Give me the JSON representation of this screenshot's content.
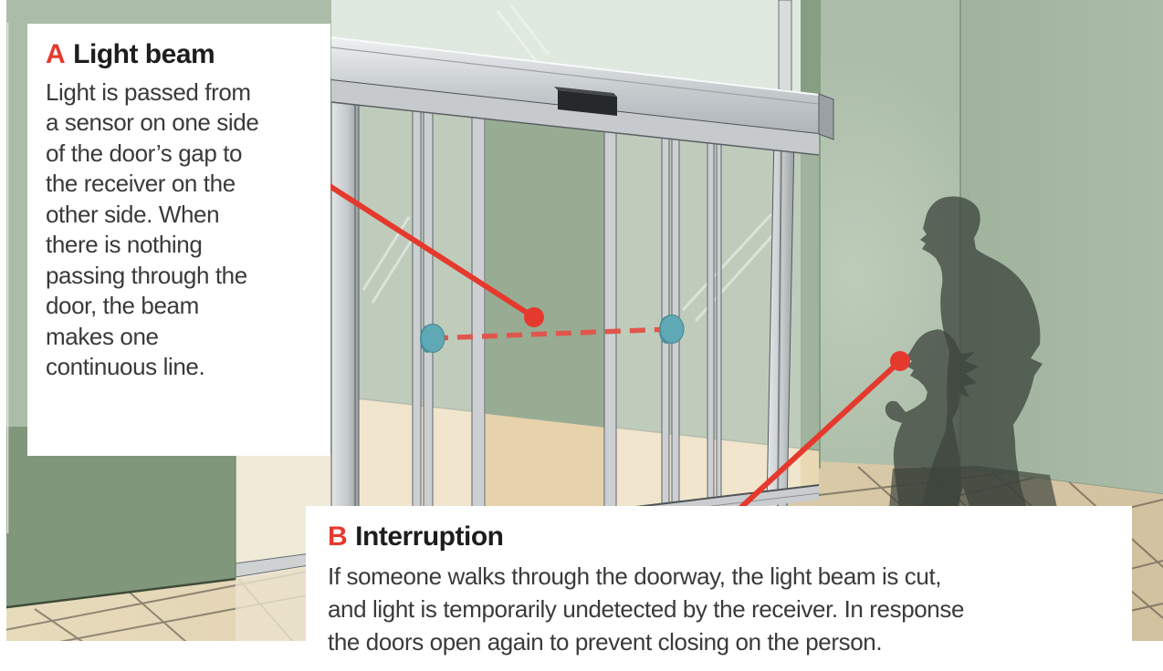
{
  "figure": {
    "callout_a": {
      "letter": "A",
      "title": "Light beam",
      "body_lines": [
        "Light is passed from",
        "a sensor on one side",
        "of the door’s gap to",
        "the receiver on the",
        "other side. When",
        "there is nothing",
        "passing through the",
        "door, the beam",
        "makes one",
        "continuous line."
      ]
    },
    "callout_b": {
      "letter": "B",
      "title": "Interruption",
      "body_lines": [
        "If someone walks through the doorway, the light beam is cut,",
        "and light is temporarily undetected by the receiver. In response",
        "the doors open again to prevent closing on the person."
      ]
    },
    "colors": {
      "accent_red": "#e6392e",
      "beam_dashed_red": "#e0564c",
      "sensor_teal": "#5fa9b6",
      "wall_green": "#abbda8",
      "wall_green_dark": "#80977c",
      "doorway_green": "#9aae96",
      "floor_tan": "#e2d2af",
      "floor_tan_light": "#efe8d6",
      "metal_gray": "#c9cdcf",
      "shadow_gray": "#3d443c",
      "title_text": "#1d1d1d",
      "body_text": "#3a3a3a"
    }
  }
}
